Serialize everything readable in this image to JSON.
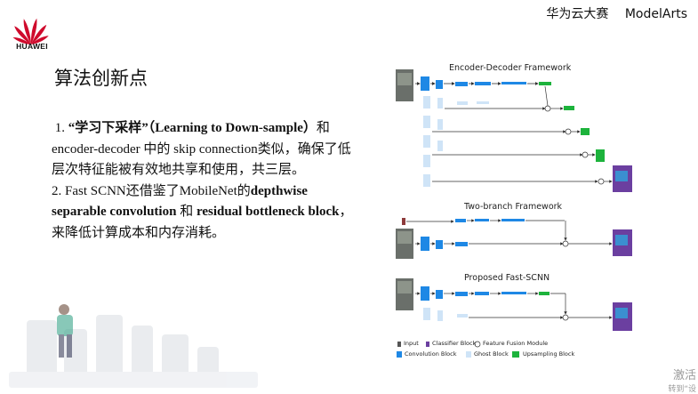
{
  "header": {
    "logo_text": "HUAWEI",
    "event": "华为云大赛",
    "product": "ModelArts"
  },
  "slide": {
    "title": "算法创新点",
    "point1_num": "1. ",
    "point1_bold": "“学习下采样”（Learning to Down-sample）",
    "point1_rest": "和 encoder-decoder 中的 skip connection类似，确保了低层次特征能被有效地共享和使用，共三层。",
    "point2_prefix": "2. Fast SCNN还借鉴了MobileNet的",
    "point2_bold1": "depthwise separable convolution",
    "point2_mid": " 和 ",
    "point2_bold2": "residual bottleneck block",
    "point2_rest": "，来降低计算成本和内存消耗。"
  },
  "figure": {
    "titles": [
      "Encoder-Decoder Framework",
      "Two-branch Framework",
      "Proposed Fast-SCNN"
    ],
    "legend": {
      "input": "Input",
      "classifier": "Classifier Block",
      "fusion": "Feature Fusion Module",
      "conv": "Convolution Block",
      "ghost": "Ghost Block",
      "upsampling": "Upsampling Block"
    }
  },
  "watermark": {
    "line1": "激活",
    "line2": "转到“设"
  },
  "colors": {
    "conv_blue": "#1e88e5",
    "ghost_blue": "#cfe4f7",
    "upsample_green": "#1db33c",
    "logo_red": "#cf0a2c"
  }
}
